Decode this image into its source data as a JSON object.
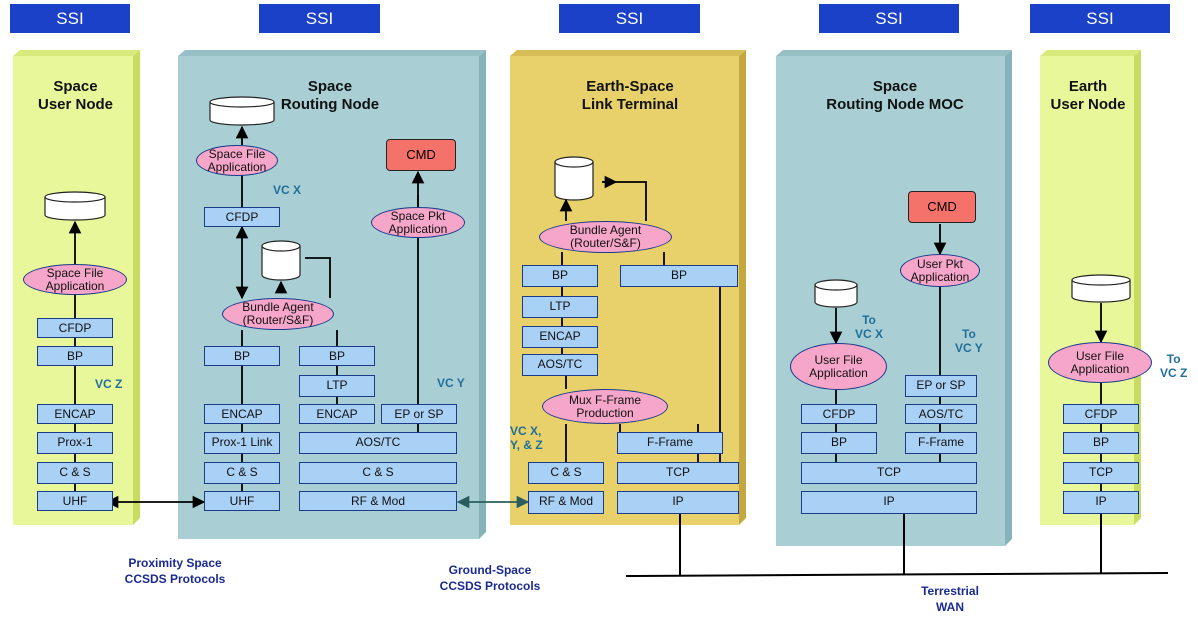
{
  "ssi_label": "SSI",
  "nodes": {
    "space_user": {
      "title": "Space\nUser Node"
    },
    "space_routing": {
      "title": "Space\nRouting Node"
    },
    "earth_space": {
      "title": "Earth-Space\nLink Terminal"
    },
    "routing_moc": {
      "title": "Space\nRouting Node MOC"
    },
    "earth_user": {
      "title": "Earth\nUser Node"
    }
  },
  "labels": {
    "space_file_app": "Space File\nApplication",
    "space_pkt_app": "Space Pkt\nApplication",
    "bundle_agent": "Bundle Agent\n(Router/S&F)",
    "mux_fframe": "Mux F-Frame\nProduction",
    "user_file_app": "User File\nApplication",
    "user_pkt_app": "User Pkt\nApplication",
    "cmd": "CMD",
    "cfdp": "CFDP",
    "bp": "BP",
    "ltp": "LTP",
    "encap": "ENCAP",
    "prox1": "Prox-1",
    "prox1_link": "Prox-1 Link",
    "cs": "C & S",
    "uhf": "UHF",
    "aos_tc": "AOS/TC",
    "rf_mod": "RF & Mod",
    "ep_or_sp": "EP or SP",
    "fframe": "F-Frame",
    "tcp": "TCP",
    "ip": "IP"
  },
  "vc": {
    "vcx": "VC X",
    "vcy": "VC Y",
    "vcz": "VC Z",
    "vcxyz": "VC X,\nY, & Z",
    "to_vcx": "To\nVC X",
    "to_vcy": "To\nVC Y",
    "to_vcz": "To\nVC Z"
  },
  "footer": {
    "proximity": "Proximity Space\nCCSDS Protocols",
    "ground": "Ground-Space\nCCSDS Protocols",
    "wan": "Terrestrial\nWAN"
  },
  "colors": {
    "panel_green": "#e8f79a",
    "panel_blue": "#a9cfd4",
    "panel_gold": "#e8d06a",
    "box": "#a9d0f5",
    "oval": "#f5a6c9",
    "cmd": "#f4726a",
    "ssi": "#1c41c9"
  }
}
